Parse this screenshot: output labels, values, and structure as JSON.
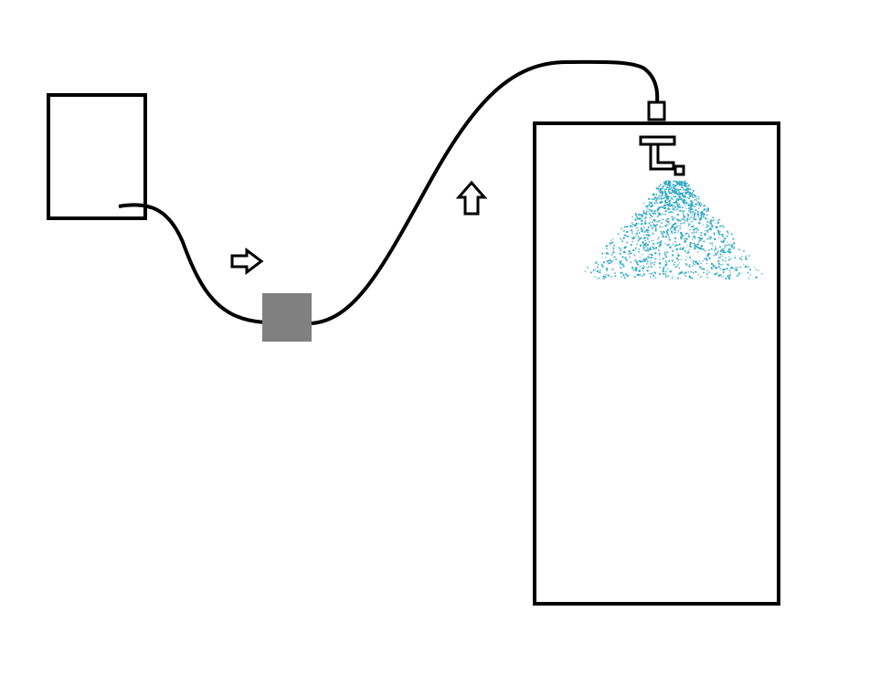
{
  "diagram": {
    "components": [
      {
        "id": "source-tank",
        "icon": "box-outline"
      },
      {
        "id": "pump",
        "icon": "filled-square"
      },
      {
        "id": "hose",
        "icon": "curved-line"
      },
      {
        "id": "flow-arrow-right",
        "icon": "arrow-right-outline"
      },
      {
        "id": "flow-arrow-up",
        "icon": "arrow-up-outline"
      },
      {
        "id": "nozzle",
        "icon": "spray-nozzle"
      },
      {
        "id": "spray",
        "icon": "droplet-mist"
      },
      {
        "id": "chamber",
        "icon": "box-outline"
      }
    ],
    "colors": {
      "stroke": "#000000",
      "pump_fill": "#808080",
      "spray": "#2aa6c0",
      "background": "#ffffff"
    }
  }
}
